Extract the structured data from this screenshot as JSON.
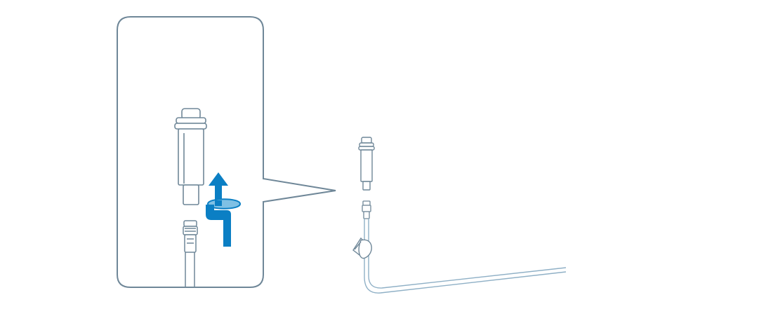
{
  "diagram": {
    "colors": {
      "line": "#6f8798",
      "light_line": "#8fb0c6",
      "arrow": "#0b7fc4",
      "background": "#ffffff"
    },
    "callout": {
      "shape": "rounded-rectangle-callout"
    },
    "instruction": {
      "action": "twist and pull",
      "icon": "twist-up-arrow-icon"
    },
    "components": [
      "pump-connector",
      "tubing-connector",
      "tubing-clamp",
      "tubing"
    ]
  }
}
